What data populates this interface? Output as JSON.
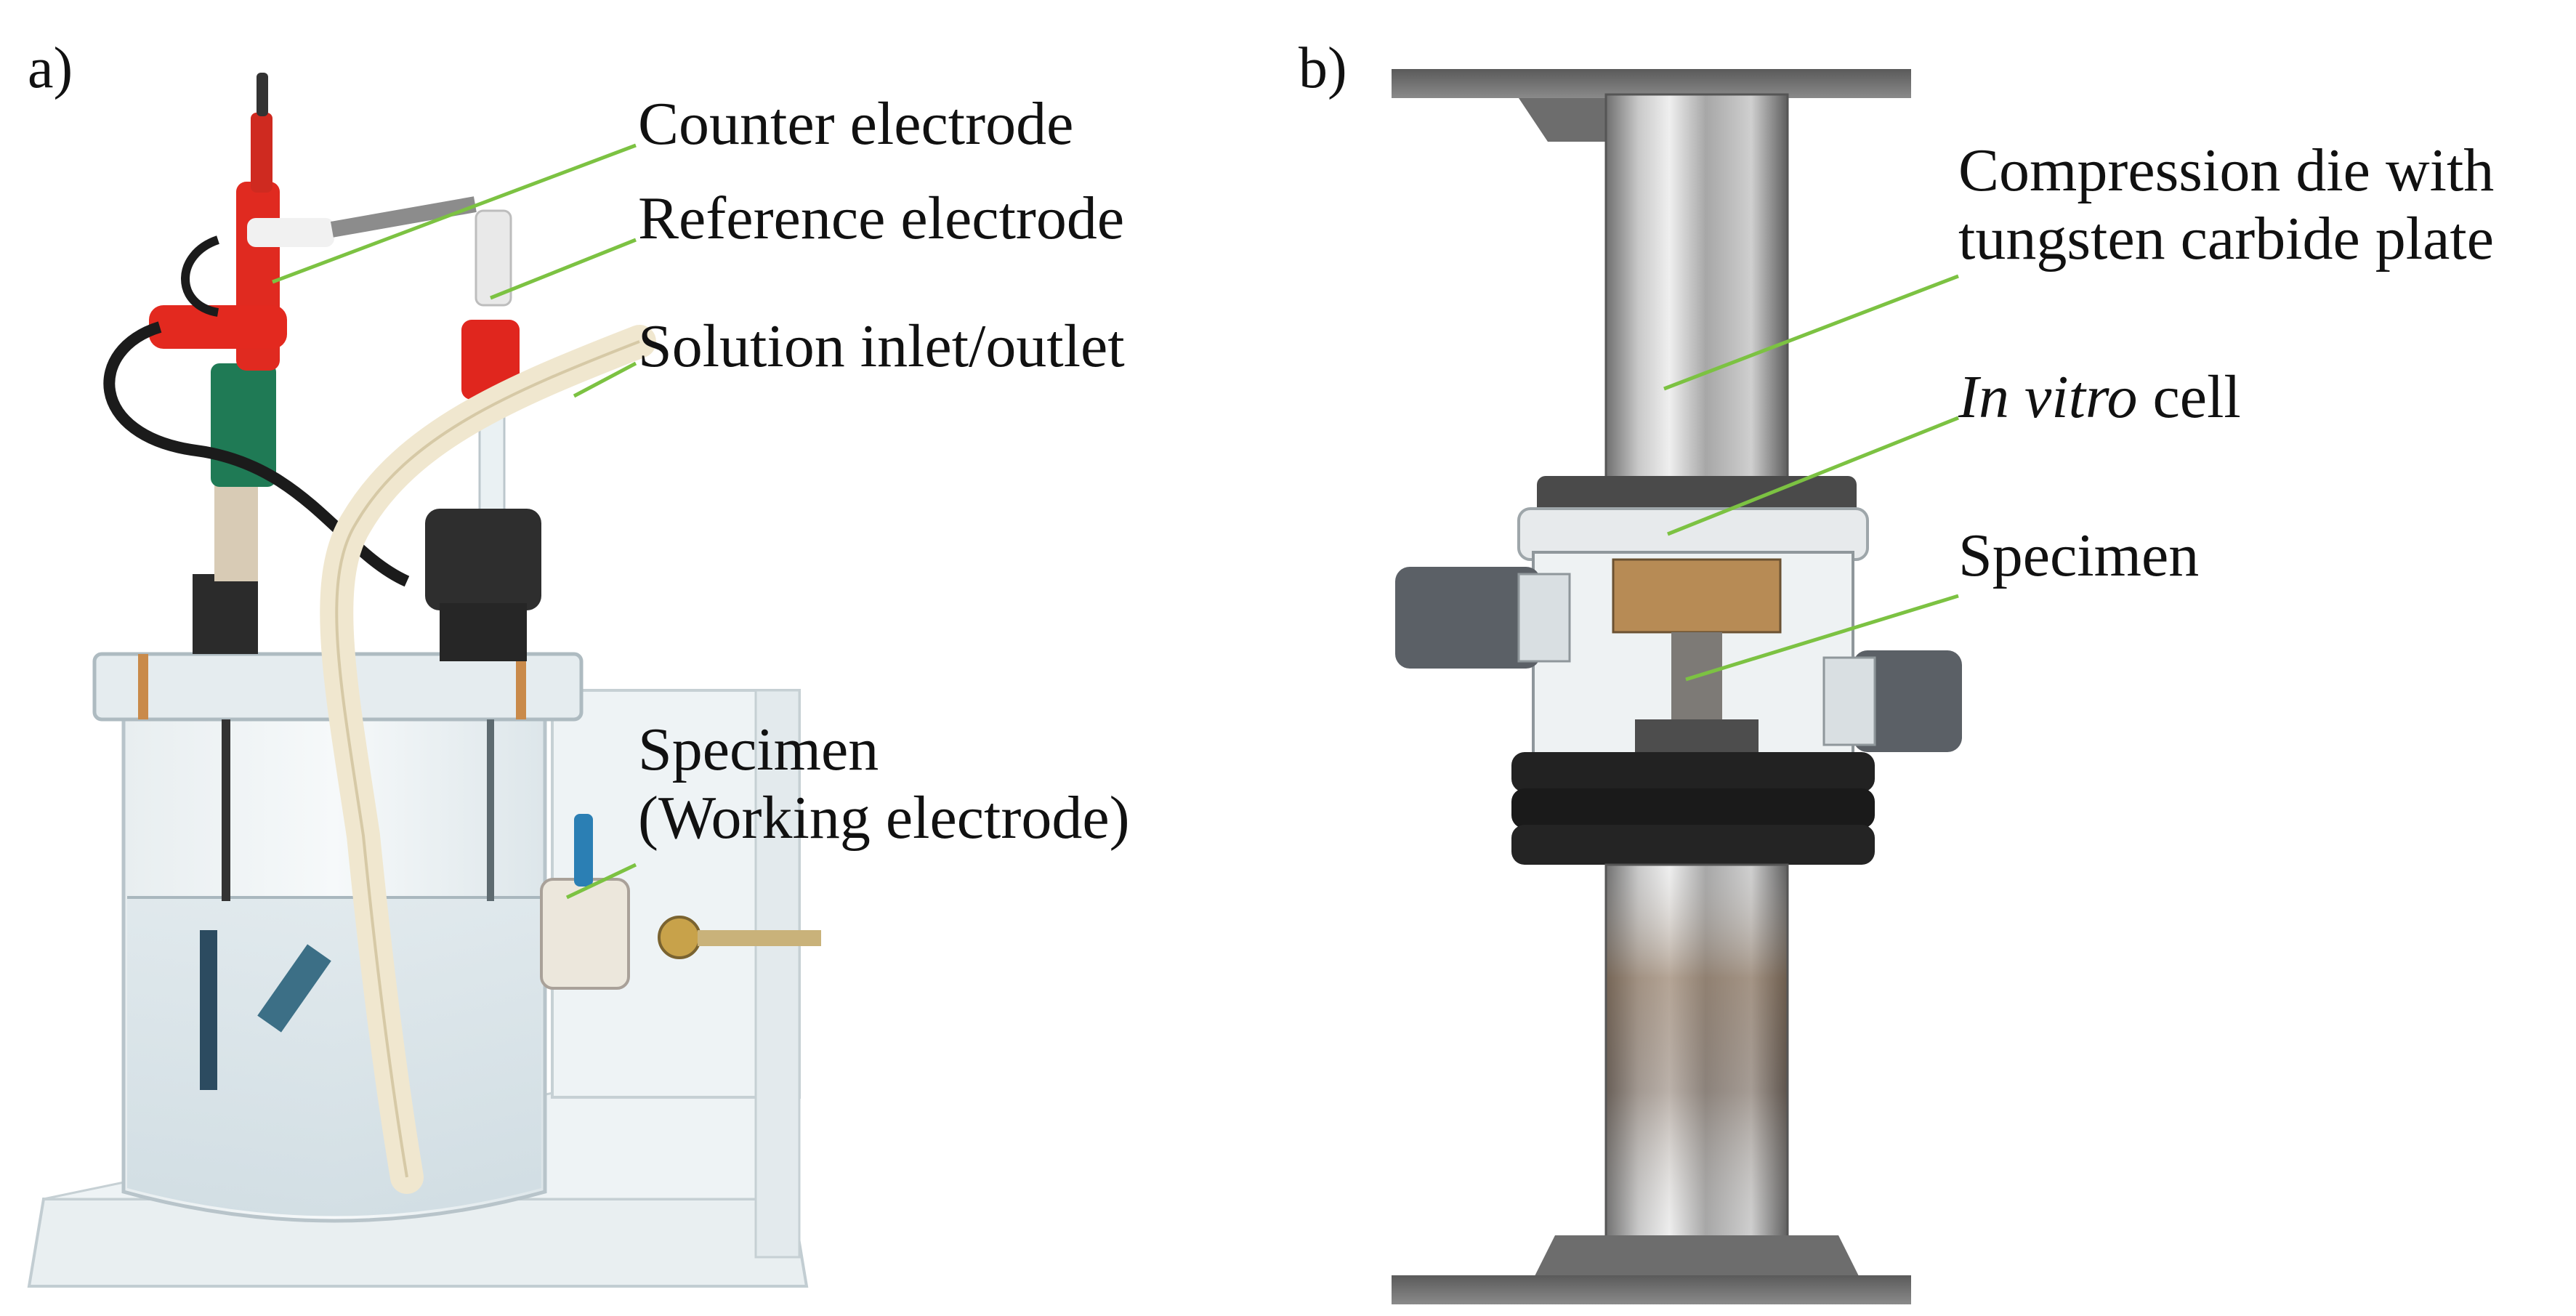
{
  "panel_a": {
    "panel_label": "a)",
    "labels": {
      "counter_electrode": "Counter electrode",
      "reference_electrode": "Reference electrode",
      "solution_inlet_outlet": "Solution inlet/outlet",
      "specimen": "Specimen",
      "working_electrode": "(Working electrode)"
    }
  },
  "panel_b": {
    "panel_label": "b)",
    "labels": {
      "compression_die_line1": "Compression die with",
      "compression_die_line2": "tungsten carbide plate",
      "in_vitro_italic": "In vitro",
      "in_vitro_rest": " cell",
      "specimen": "Specimen"
    }
  },
  "colors": {
    "leader_line": "#7cc242",
    "text": "#111111",
    "background": "#ffffff"
  }
}
